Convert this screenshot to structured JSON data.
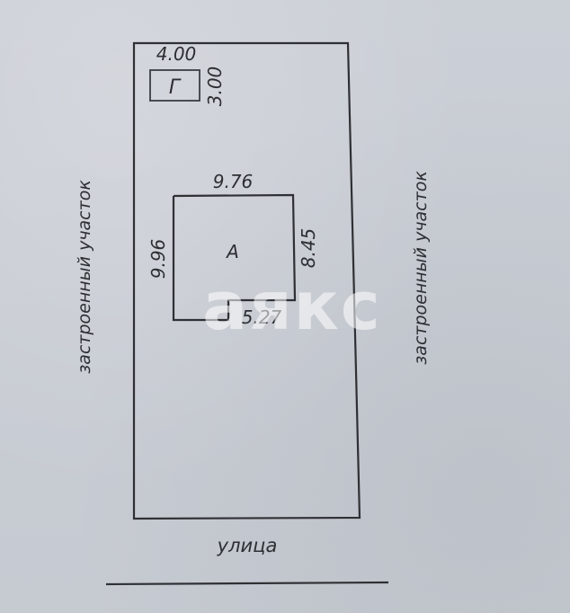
{
  "plan": {
    "garage": {
      "label": "Г",
      "width_label": "4.00",
      "depth_label": "3.00"
    },
    "house": {
      "label": "А",
      "top_label": "9.76",
      "left_label": "9.96",
      "right_label": "8.45",
      "bottom_right_label": "5.27"
    },
    "left_neighbor_label": "застроенный участок",
    "right_neighbor_label": "застроенный участок",
    "street_label": "улица"
  },
  "watermark": {
    "text": "аякс"
  },
  "colors": {
    "background": "#c8ccd3",
    "ink": "#2e3034",
    "watermark": "#ffffff"
  }
}
